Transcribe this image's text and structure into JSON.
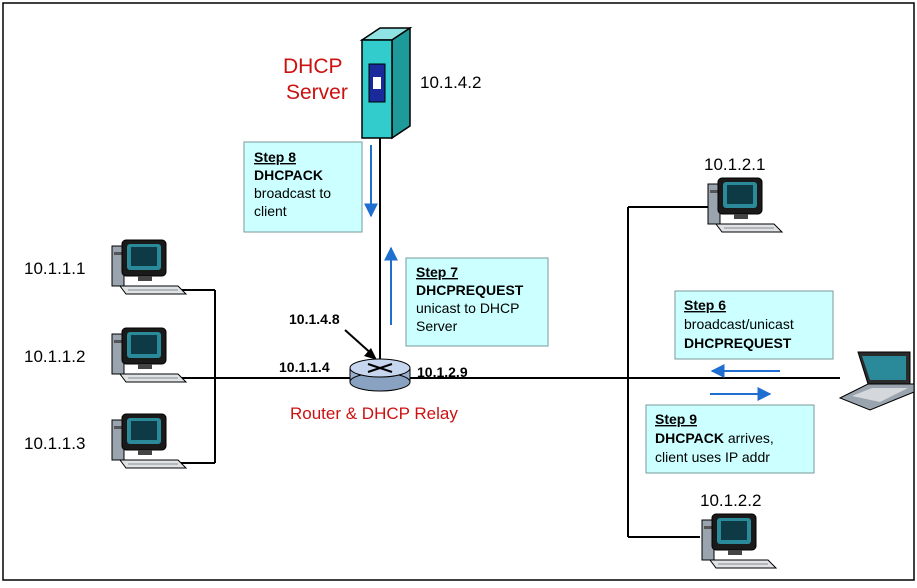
{
  "server": {
    "label_line1": "DHCP",
    "label_line2": "Server",
    "ip": "10.1.4.2"
  },
  "router": {
    "label": "Router & DHCP Relay",
    "ip_top": "10.1.4.8",
    "ip_left": "10.1.1.4",
    "ip_right": "10.1.2.9"
  },
  "hosts": {
    "left_1": "10.1.1.1",
    "left_2": "10.1.1.2",
    "left_3": "10.1.1.3",
    "right_1": "10.1.2.1",
    "right_2": "10.1.2.2"
  },
  "steps": {
    "step8": {
      "title": "Step 8",
      "line1": "DHCPACK",
      "line2": "broadcast to",
      "line3": "client"
    },
    "step7": {
      "title": "Step 7",
      "line1": "DHCPREQUEST",
      "line2": "unicast to DHCP",
      "line3": "Server"
    },
    "step6": {
      "title": "Step 6",
      "line1": "broadcast/unicast",
      "line2": "DHCPREQUEST"
    },
    "step9": {
      "title": "Step 9",
      "line1_bold": "DHCPACK",
      "line1_rest": " arrives,",
      "line2": "client uses IP addr"
    }
  },
  "colors": {
    "label_red": "#cc1111",
    "step_box_fill": "#ccffff",
    "arrow_blue": "#1f6fd0",
    "server_teal": "#33cccc"
  }
}
